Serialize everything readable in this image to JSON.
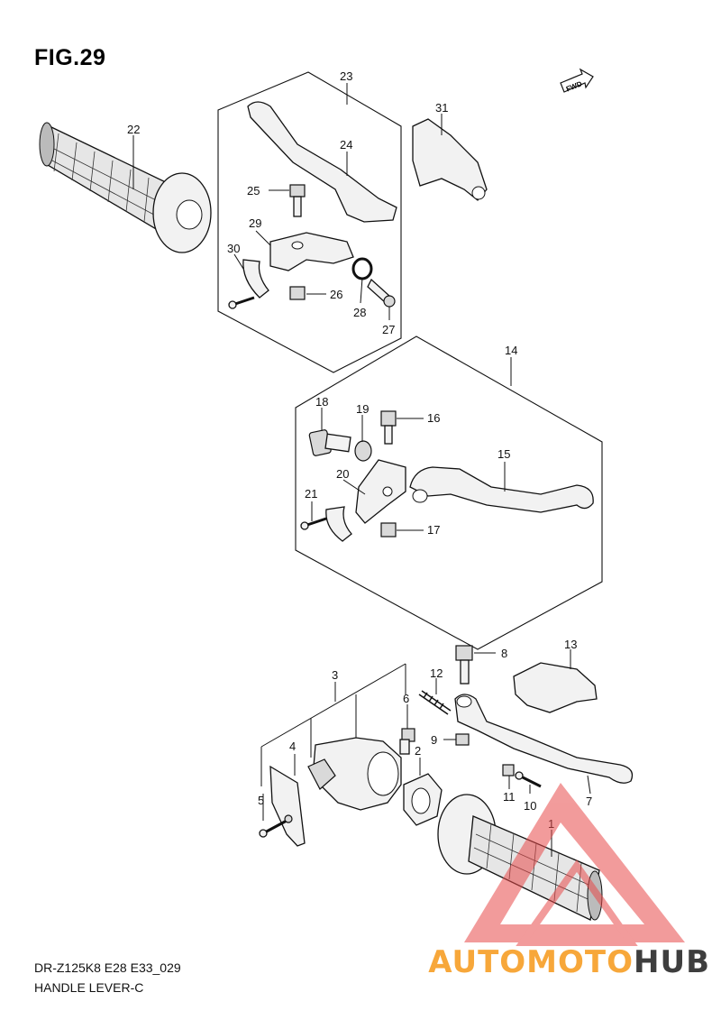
{
  "figure": {
    "title": "FIG.29"
  },
  "footer": {
    "model_code": "DR-Z125K8 E28 E33_029",
    "section_name": "HANDLE LEVER-C"
  },
  "fwd_label": "FWD",
  "watermark": {
    "brand_part1": "AUTOMOTO",
    "brand_part2": "HUB",
    "color_primary": "#f7a73a",
    "color_secondary": "#3e3e3e",
    "logo_color": "#e84a4a"
  },
  "callouts": {
    "p1": "1",
    "p2": "2",
    "p3": "3",
    "p4": "4",
    "p5": "5",
    "p6": "6",
    "p7": "7",
    "p8": "8",
    "p9": "9",
    "p10": "10",
    "p11": "11",
    "p12": "12",
    "p13": "13",
    "p14": "14",
    "p15": "15",
    "p16": "16",
    "p17": "17",
    "p18": "18",
    "p19": "19",
    "p20": "20",
    "p21": "21",
    "p22": "22",
    "p23": "23",
    "p24": "24",
    "p25": "25",
    "p26": "26",
    "p27": "27",
    "p28": "28",
    "p29": "29",
    "p30": "30",
    "p31": "31"
  }
}
